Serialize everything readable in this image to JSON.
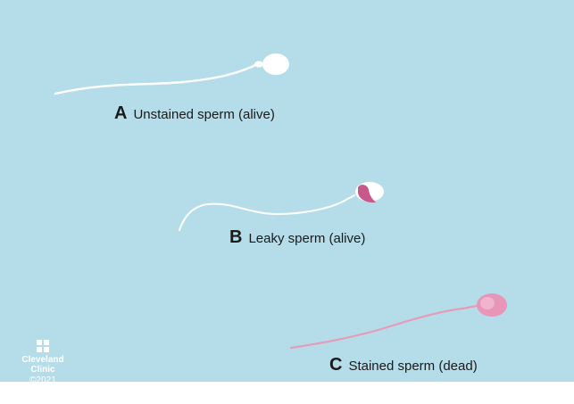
{
  "colors": {
    "background": "#b5dde9",
    "unstained_sperm": "#ffffff",
    "stain_partial": "#c8578b",
    "stained_sperm": "#e79bb9",
    "stained_head": "#e995b8",
    "text": "#1a1a1a",
    "logo": "#ffffff"
  },
  "specimens": [
    {
      "letter": "A",
      "description": "Unstained sperm (alive)"
    },
    {
      "letter": "B",
      "description": "Leaky sperm (alive)"
    },
    {
      "letter": "C",
      "description": "Stained sperm (dead)"
    }
  ],
  "logo": {
    "icon": "cleveland-clinic-cross-icon",
    "line1": "Cleveland",
    "line2": "Clinic",
    "copyright": "©2021"
  }
}
